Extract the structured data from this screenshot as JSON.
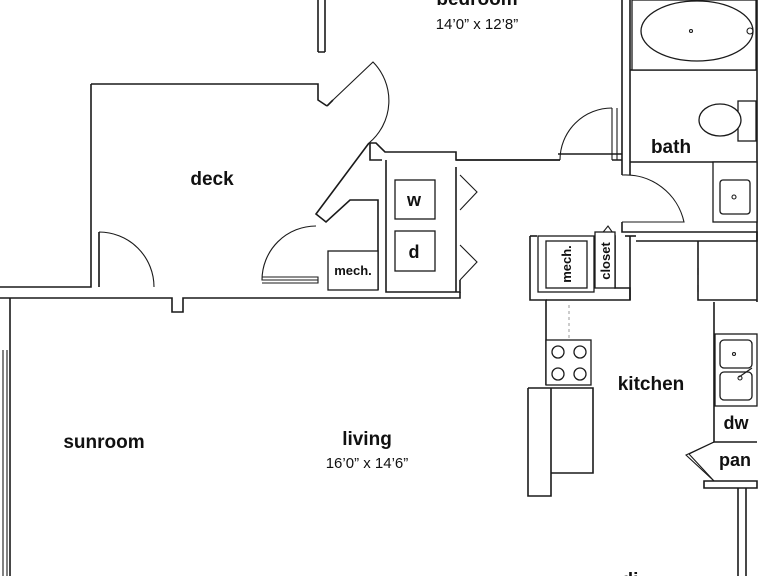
{
  "rooms": {
    "bedroom": {
      "name": "bedroom",
      "size": "14’0” x 12’8”"
    },
    "deck": {
      "name": "deck"
    },
    "bath": {
      "name": "bath"
    },
    "kitchen": {
      "name": "kitchen"
    },
    "sunroom": {
      "name": "sunroom"
    },
    "living": {
      "name": "living",
      "size": "16’0” x 14’6”"
    },
    "dining": {
      "name": "di"
    }
  },
  "fixtures": {
    "washer": "w",
    "dryer": "d",
    "mech_laundry": "mech.",
    "mech_kitchen": "mech.",
    "closet": "closet",
    "dishwasher": "dw",
    "pantry": "pan"
  }
}
